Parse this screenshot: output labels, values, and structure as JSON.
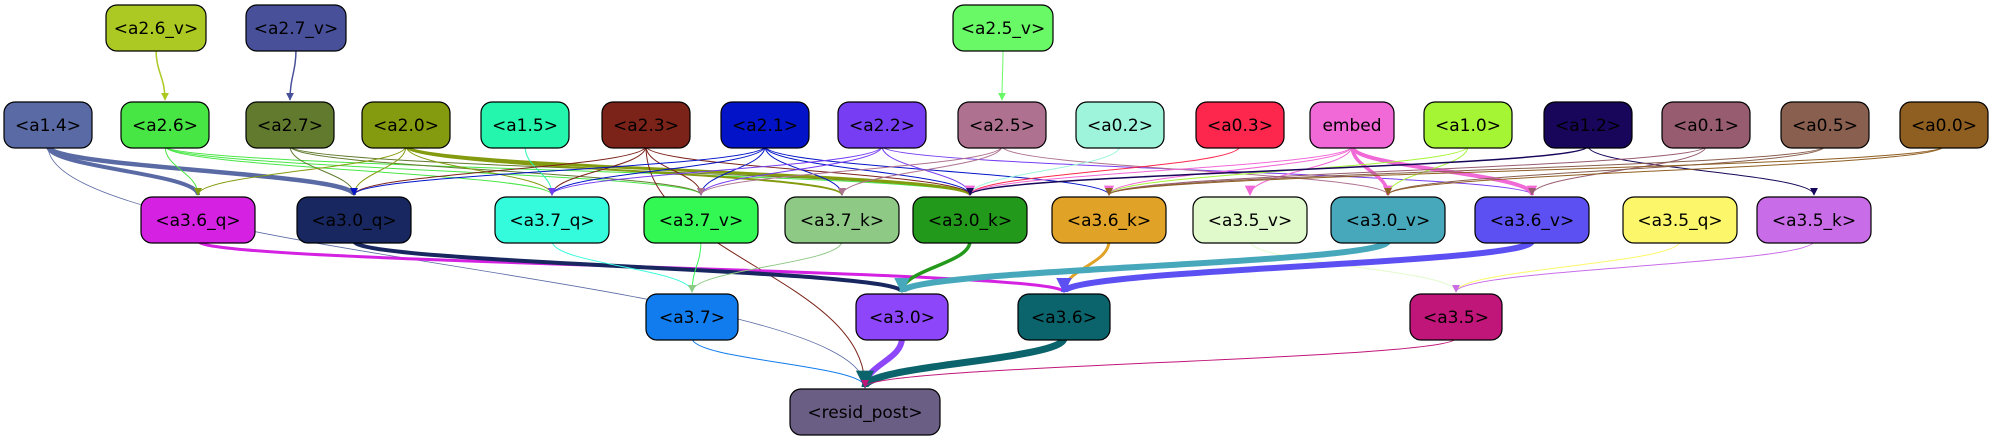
{
  "nodes": [
    {
      "id": "a2_6_v",
      "label": "<a2.6_v>",
      "fill": "#abc922",
      "text": "#000000"
    },
    {
      "id": "a2_7_v",
      "label": "<a2.7_v>",
      "fill": "#48509a",
      "text": "#000000"
    },
    {
      "id": "a2_5_v",
      "label": "<a2.5_v>",
      "fill": "#6af966",
      "text": "#000000"
    },
    {
      "id": "a1_4",
      "label": "<a1.4>",
      "fill": "#5a6aa4",
      "text": "#000000"
    },
    {
      "id": "a2_6",
      "label": "<a2.6>",
      "fill": "#48e645",
      "text": "#000000"
    },
    {
      "id": "a2_7",
      "label": "<a2.7>",
      "fill": "#617a2e",
      "text": "#000000"
    },
    {
      "id": "a2_0",
      "label": "<a2.0>",
      "fill": "#849b0f",
      "text": "#000000"
    },
    {
      "id": "a1_5",
      "label": "<a1.5>",
      "fill": "#24f7ad",
      "text": "#000000"
    },
    {
      "id": "a2_3",
      "label": "<a2.3>",
      "fill": "#7b2219",
      "text": "#000000"
    },
    {
      "id": "a2_1",
      "label": "<a2.1>",
      "fill": "#0314c8",
      "text": "#000000"
    },
    {
      "id": "a2_2",
      "label": "<a2.2>",
      "fill": "#773df2",
      "text": "#000000"
    },
    {
      "id": "a2_5",
      "label": "<a2.5>",
      "fill": "#ae7290",
      "text": "#000000"
    },
    {
      "id": "a0_2",
      "label": "<a0.2>",
      "fill": "#9ef4db",
      "text": "#000000"
    },
    {
      "id": "a0_3",
      "label": "<a0.3>",
      "fill": "#fd264c",
      "text": "#000000"
    },
    {
      "id": "embed",
      "label": "embed",
      "fill": "#f168d7",
      "text": "#000000"
    },
    {
      "id": "a1_0",
      "label": "<a1.0>",
      "fill": "#a5f535",
      "text": "#000000"
    },
    {
      "id": "a1_2",
      "label": "<a1.2>",
      "fill": "#170659",
      "text": "#000000"
    },
    {
      "id": "a0_1",
      "label": "<a0.1>",
      "fill": "#975c70",
      "text": "#000000"
    },
    {
      "id": "a0_5",
      "label": "<a0.5>",
      "fill": "#895f4f",
      "text": "#000000"
    },
    {
      "id": "a0_0",
      "label": "<a0.0>",
      "fill": "#8f5e21",
      "text": "#000000"
    },
    {
      "id": "a3_6_q",
      "label": "<a3.6_q>",
      "fill": "#d421e2",
      "text": "#000000"
    },
    {
      "id": "a3_0_q",
      "label": "<a3.0_q>",
      "fill": "#18275f",
      "text": "#000000"
    },
    {
      "id": "a3_7_q",
      "label": "<a3.7_q>",
      "fill": "#35fbdd",
      "text": "#000000"
    },
    {
      "id": "a3_7_v",
      "label": "<a3.7_v>",
      "fill": "#33f853",
      "text": "#000000"
    },
    {
      "id": "a3_7_k",
      "label": "<a3.7_k>",
      "fill": "#8ec985",
      "text": "#000000"
    },
    {
      "id": "a3_0_k",
      "label": "<a3.0_k>",
      "fill": "#23991b",
      "text": "#000000"
    },
    {
      "id": "a3_6_k",
      "label": "<a3.6_k>",
      "fill": "#e0a227",
      "text": "#000000"
    },
    {
      "id": "a3_5_v",
      "label": "<a3.5_v>",
      "fill": "#e1facb",
      "text": "#000000"
    },
    {
      "id": "a3_0_v",
      "label": "<a3.0_v>",
      "fill": "#47a8bb",
      "text": "#000000"
    },
    {
      "id": "a3_6_v",
      "label": "<a3.6_v>",
      "fill": "#5c50f2",
      "text": "#000000"
    },
    {
      "id": "a3_5_q",
      "label": "<a3.5_q>",
      "fill": "#fcf76a",
      "text": "#000000"
    },
    {
      "id": "a3_5_k",
      "label": "<a3.5_k>",
      "fill": "#c96ce8",
      "text": "#000000"
    },
    {
      "id": "a3_7",
      "label": "<a3.7>",
      "fill": "#107ced",
      "text": "#000000"
    },
    {
      "id": "a3_0",
      "label": "<a3.0>",
      "fill": "#8d46f9",
      "text": "#000000"
    },
    {
      "id": "a3_6",
      "label": "<a3.6>",
      "fill": "#0b636b",
      "text": "#000000"
    },
    {
      "id": "a3_5",
      "label": "<a3.5>",
      "fill": "#c01579",
      "text": "#000000"
    },
    {
      "id": "resid_post",
      "label": "<resid_post>",
      "fill": "#6a5e84",
      "text": "#000000"
    }
  ],
  "edges": [
    {
      "from": "a2_6_v",
      "to": "a2_6",
      "color": "#abc922",
      "weight": 1.5
    },
    {
      "from": "a2_7_v",
      "to": "a2_7",
      "color": "#48509a",
      "weight": 1.5
    },
    {
      "from": "a2_5_v",
      "to": "a2_5",
      "color": "#6af966",
      "weight": 1
    },
    {
      "from": "a1_4",
      "to": "a3_6_q",
      "color": "#5a6aa4",
      "weight": 4
    },
    {
      "from": "a1_4",
      "to": "a3_0_q",
      "color": "#5a6aa4",
      "weight": 4.5
    },
    {
      "from": "a1_4",
      "to": "resid_post",
      "color": "#5a6aa4",
      "weight": 0.8
    },
    {
      "from": "a2_6",
      "to": "a3_6_q",
      "color": "#48e645",
      "weight": 1
    },
    {
      "from": "a2_6",
      "to": "a3_7_q",
      "color": "#48e645",
      "weight": 1
    },
    {
      "from": "a2_6",
      "to": "a3_7_v",
      "color": "#48e645",
      "weight": 1
    },
    {
      "from": "a2_6",
      "to": "a3_0_k",
      "color": "#48e645",
      "weight": 1
    },
    {
      "from": "a2_7",
      "to": "a3_0_q",
      "color": "#617a2e",
      "weight": 1
    },
    {
      "from": "a2_7",
      "to": "a3_7_v",
      "color": "#617a2e",
      "weight": 1
    },
    {
      "from": "a2_7",
      "to": "a3_0_k",
      "color": "#617a2e",
      "weight": 1
    },
    {
      "from": "a2_0",
      "to": "a3_6_q",
      "color": "#849b0f",
      "weight": 1
    },
    {
      "from": "a2_0",
      "to": "a3_0_q",
      "color": "#849b0f",
      "weight": 1
    },
    {
      "from": "a2_0",
      "to": "a3_7_q",
      "color": "#849b0f",
      "weight": 1
    },
    {
      "from": "a2_0",
      "to": "a3_7_k",
      "color": "#849b0f",
      "weight": 2
    },
    {
      "from": "a2_0",
      "to": "a3_0_k",
      "color": "#849b0f",
      "weight": 3
    },
    {
      "from": "a1_5",
      "to": "a3_7_q",
      "color": "#24f7ad",
      "weight": 1
    },
    {
      "from": "a2_3",
      "to": "a3_0_q",
      "color": "#7b2219",
      "weight": 1
    },
    {
      "from": "a2_3",
      "to": "a3_7_q",
      "color": "#7b2219",
      "weight": 1
    },
    {
      "from": "a2_3",
      "to": "a3_7_v",
      "color": "#7b2219",
      "weight": 1
    },
    {
      "from": "a2_3",
      "to": "a3_0_k",
      "color": "#7b2219",
      "weight": 1
    },
    {
      "from": "a2_3",
      "to": "resid_post",
      "color": "#7b2219",
      "weight": 1
    },
    {
      "from": "a2_1",
      "to": "a3_0_q",
      "color": "#0314c8",
      "weight": 1
    },
    {
      "from": "a2_1",
      "to": "a3_7_q",
      "color": "#0314c8",
      "weight": 1
    },
    {
      "from": "a2_1",
      "to": "a3_7_v",
      "color": "#0314c8",
      "weight": 1
    },
    {
      "from": "a2_1",
      "to": "a3_7_k",
      "color": "#0314c8",
      "weight": 1
    },
    {
      "from": "a2_1",
      "to": "a3_0_k",
      "color": "#0314c8",
      "weight": 1
    },
    {
      "from": "a2_1",
      "to": "a3_6_k",
      "color": "#0314c8",
      "weight": 1
    },
    {
      "from": "a2_2",
      "to": "a3_7_q",
      "color": "#773df2",
      "weight": 1
    },
    {
      "from": "a2_2",
      "to": "a3_7_v",
      "color": "#773df2",
      "weight": 1
    },
    {
      "from": "a2_2",
      "to": "a3_0_k",
      "color": "#773df2",
      "weight": 1
    },
    {
      "from": "a2_2",
      "to": "a3_6_v",
      "color": "#773df2",
      "weight": 1
    },
    {
      "from": "a2_5",
      "to": "a3_7_v",
      "color": "#ae7290",
      "weight": 1
    },
    {
      "from": "a2_5",
      "to": "a3_7_k",
      "color": "#ae7290",
      "weight": 1
    },
    {
      "from": "a2_5",
      "to": "a3_0_v",
      "color": "#ae7290",
      "weight": 1
    },
    {
      "from": "a0_2",
      "to": "a3_0_k",
      "color": "#9ef4db",
      "weight": 1
    },
    {
      "from": "a0_3",
      "to": "a3_0_k",
      "color": "#fd264c",
      "weight": 1
    },
    {
      "from": "embed",
      "to": "a3_0_k",
      "color": "#f168d7",
      "weight": 1
    },
    {
      "from": "embed",
      "to": "a3_6_k",
      "color": "#f168d7",
      "weight": 1
    },
    {
      "from": "embed",
      "to": "a3_5_v",
      "color": "#f168d7",
      "weight": 1
    },
    {
      "from": "embed",
      "to": "a3_0_v",
      "color": "#f168d7",
      "weight": 3.5
    },
    {
      "from": "embed",
      "to": "a3_6_v",
      "color": "#f168d7",
      "weight": 4
    },
    {
      "from": "a1_0",
      "to": "a3_6_k",
      "color": "#a5f535",
      "weight": 1
    },
    {
      "from": "a1_0",
      "to": "a3_0_v",
      "color": "#a5f535",
      "weight": 1
    },
    {
      "from": "a1_2",
      "to": "a3_0_k",
      "color": "#170659",
      "weight": 1.5
    },
    {
      "from": "a1_2",
      "to": "a3_5_k",
      "color": "#170659",
      "weight": 1
    },
    {
      "from": "a0_1",
      "to": "a3_6_k",
      "color": "#975c70",
      "weight": 1
    },
    {
      "from": "a0_1",
      "to": "a3_6_v",
      "color": "#975c70",
      "weight": 1
    },
    {
      "from": "a0_5",
      "to": "a3_6_k",
      "color": "#895f4f",
      "weight": 1
    },
    {
      "from": "a0_5",
      "to": "a3_0_v",
      "color": "#895f4f",
      "weight": 1
    },
    {
      "from": "a0_0",
      "to": "a3_6_k",
      "color": "#8f5e21",
      "weight": 1
    },
    {
      "from": "a0_0",
      "to": "a3_0_v",
      "color": "#8f5e21",
      "weight": 1
    },
    {
      "from": "a3_6_q",
      "to": "a3_6",
      "color": "#d421e2",
      "weight": 3
    },
    {
      "from": "a3_0_q",
      "to": "a3_0",
      "color": "#18275f",
      "weight": 4
    },
    {
      "from": "a3_7_q",
      "to": "a3_7",
      "color": "#35fbdd",
      "weight": 1
    },
    {
      "from": "a3_7_v",
      "to": "a3_7",
      "color": "#33f853",
      "weight": 1
    },
    {
      "from": "a3_7_k",
      "to": "a3_7",
      "color": "#8ec985",
      "weight": 1
    },
    {
      "from": "a3_0_k",
      "to": "a3_0",
      "color": "#23991b",
      "weight": 3.5
    },
    {
      "from": "a3_6_k",
      "to": "a3_6",
      "color": "#e0a227",
      "weight": 3
    },
    {
      "from": "a3_5_v",
      "to": "a3_5",
      "color": "#e1facb",
      "weight": 1
    },
    {
      "from": "a3_0_v",
      "to": "a3_0",
      "color": "#47a8bb",
      "weight": 6
    },
    {
      "from": "a3_6_v",
      "to": "a3_6",
      "color": "#5c50f2",
      "weight": 6
    },
    {
      "from": "a3_5_q",
      "to": "a3_5",
      "color": "#fcf76a",
      "weight": 1
    },
    {
      "from": "a3_5_k",
      "to": "a3_5",
      "color": "#c96ce8",
      "weight": 1
    },
    {
      "from": "a3_7",
      "to": "resid_post",
      "color": "#107ced",
      "weight": 1
    },
    {
      "from": "a3_0",
      "to": "resid_post",
      "color": "#8d46f9",
      "weight": 6
    },
    {
      "from": "a3_6",
      "to": "resid_post",
      "color": "#0b636b",
      "weight": 7
    },
    {
      "from": "a3_5",
      "to": "resid_post",
      "color": "#c01579",
      "weight": 1
    }
  ]
}
